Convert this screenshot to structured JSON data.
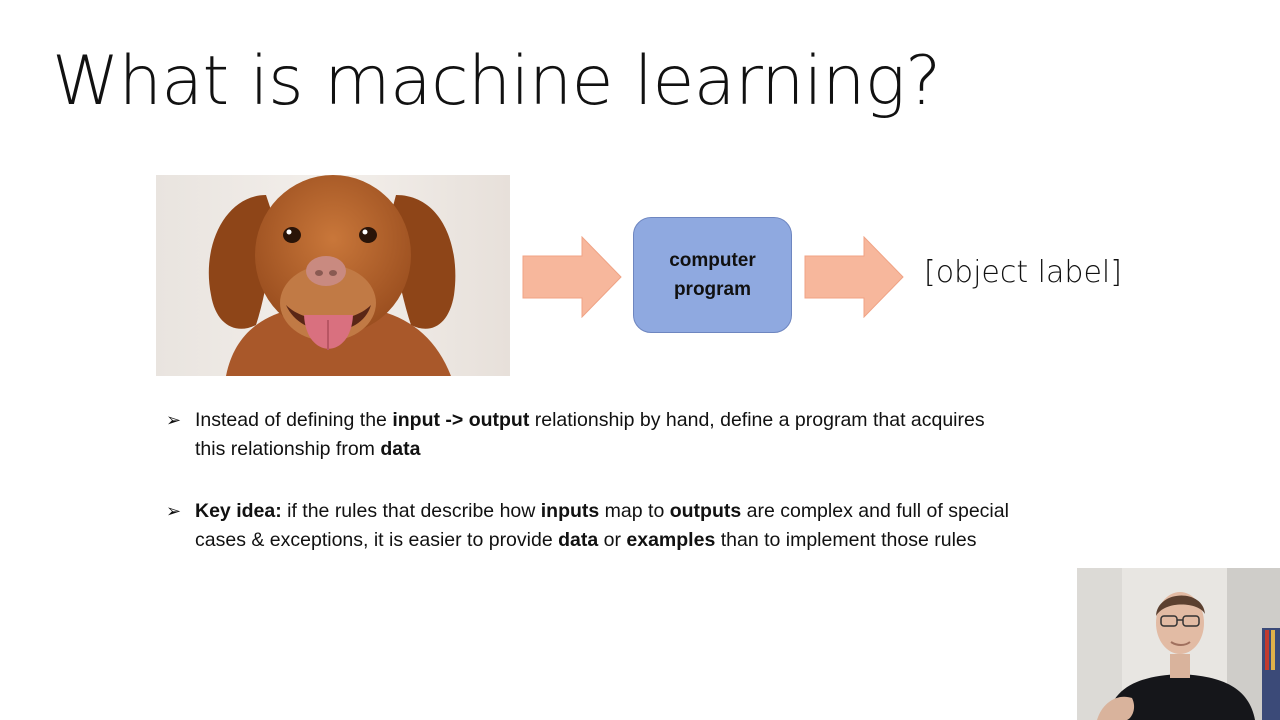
{
  "slide": {
    "title": "What is machine learning?"
  },
  "diagram": {
    "program_label": "computer\nprogram",
    "output_label": "[object label]",
    "colors": {
      "arrow": "#f7b79c",
      "program_box": "#8fa9e0"
    }
  },
  "bullets": [
    {
      "marker": "➢",
      "parts": [
        {
          "text": "Instead of defining the ",
          "bold": false
        },
        {
          "text": "input -> output",
          "bold": true
        },
        {
          "text": " relationship by hand, define a program that acquires this relationship from ",
          "bold": false
        },
        {
          "text": "data",
          "bold": true
        }
      ]
    },
    {
      "marker": "➢",
      "parts": [
        {
          "text": "Key idea:",
          "bold": true
        },
        {
          "text": " if the rules that describe how ",
          "bold": false
        },
        {
          "text": "inputs",
          "bold": true
        },
        {
          "text": " map to ",
          "bold": false
        },
        {
          "text": "outputs",
          "bold": true
        },
        {
          "text": " are complex and full of special cases & exceptions, it is easier to provide ",
          "bold": false
        },
        {
          "text": "data",
          "bold": true
        },
        {
          "text": " or ",
          "bold": false
        },
        {
          "text": "examples",
          "bold": true
        },
        {
          "text": " than to implement those rules",
          "bold": false
        }
      ]
    }
  ]
}
